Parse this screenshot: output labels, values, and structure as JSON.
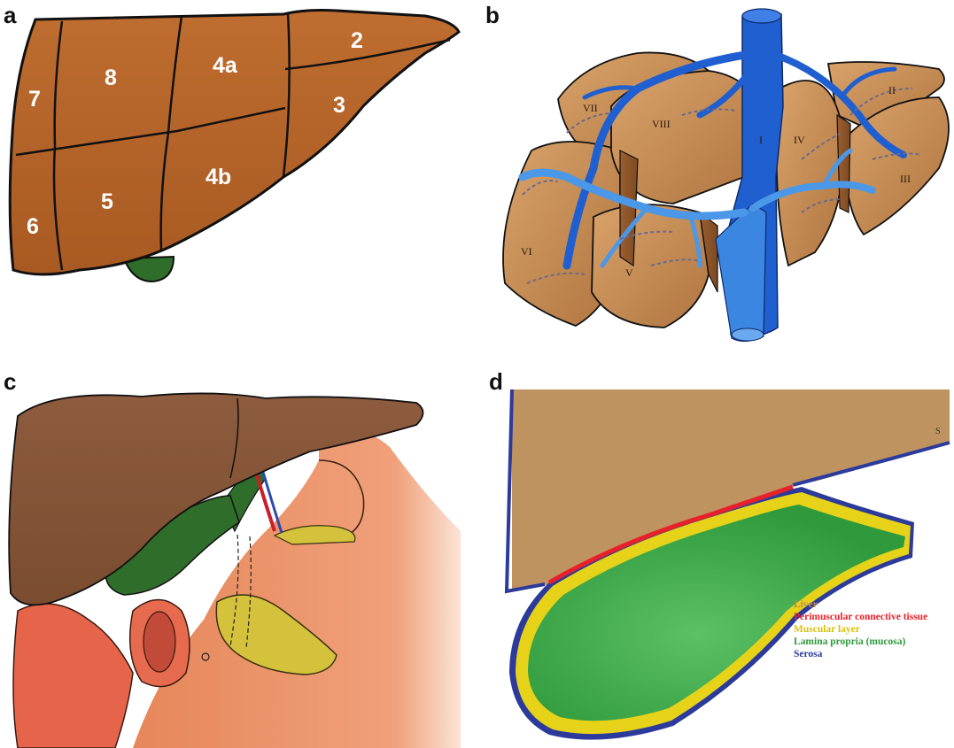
{
  "panels": {
    "a": {
      "letter": "a",
      "segments": [
        "2",
        "3",
        "4a",
        "4b",
        "5",
        "6",
        "7",
        "8"
      ]
    },
    "b": {
      "letter": "b",
      "segments": [
        "I",
        "II",
        "III",
        "IV",
        "V",
        "VI",
        "VII",
        "VIII"
      ]
    },
    "c": {
      "letter": "c"
    },
    "d": {
      "letter": "d",
      "legend": [
        {
          "label": "Liver",
          "color": "#b98a56"
        },
        {
          "label": "Perimuscular connective tissue",
          "color": "#e8202a"
        },
        {
          "label": "Muscular layer",
          "color": "#e6d218"
        },
        {
          "label": "Lamina propria (mucosa)",
          "color": "#2e9a3a"
        },
        {
          "label": "Serosa",
          "color": "#2b3a9b"
        }
      ],
      "signature": "S"
    }
  },
  "colors": {
    "liver_a": "#b5652a",
    "liver_b": "#c98a4e",
    "liver_c": "#8b5a3c",
    "gallbladder": "#2f6e2a",
    "vein": "#1f5fd0",
    "liver_d": "#bf935f"
  }
}
